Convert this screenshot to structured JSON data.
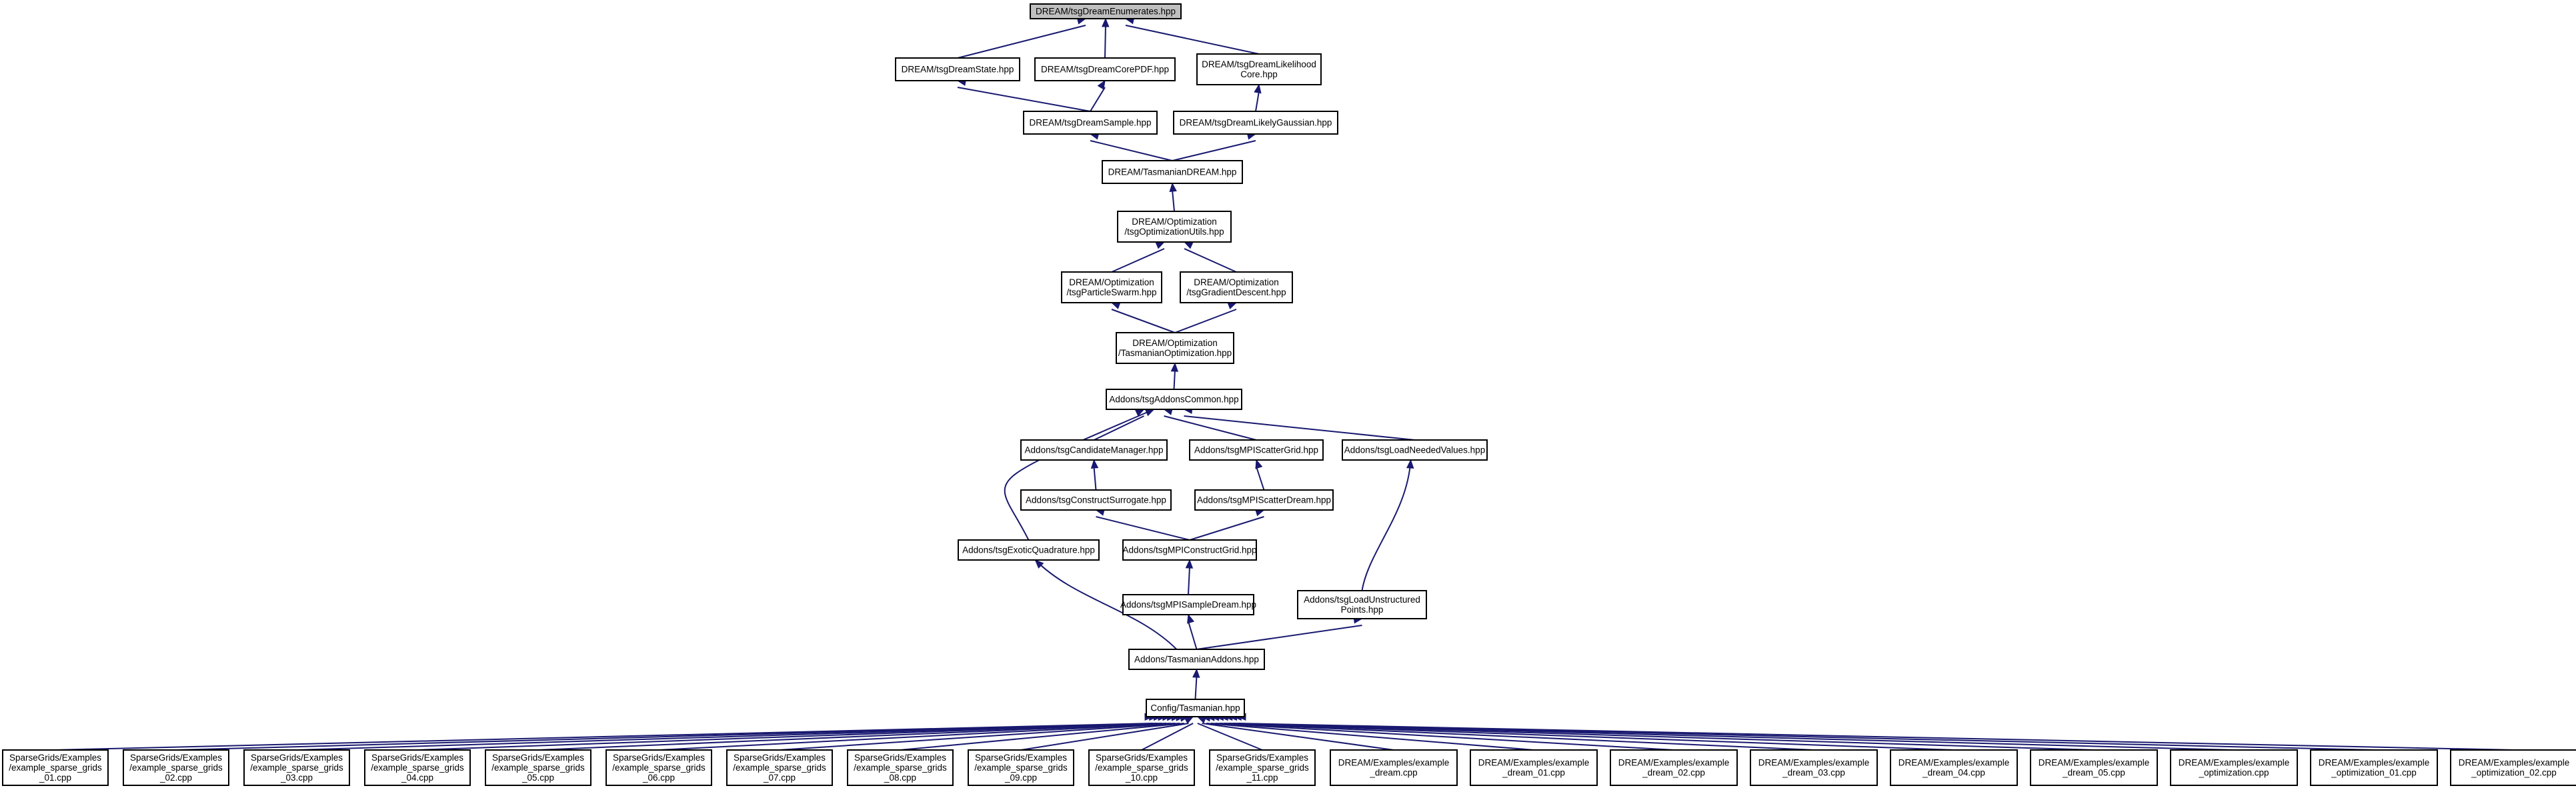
{
  "graph": {
    "colors": {
      "edge": "#191970",
      "node_border": "#000000",
      "root_fill": "#bfbfbf",
      "node_fill": "#ffffff",
      "background": "#ffffff"
    },
    "nodes": [
      {
        "id": "enum",
        "lines": [
          "DREAM/tsgDreamEnumerates.hpp"
        ],
        "root": true
      },
      {
        "id": "state",
        "lines": [
          "DREAM/tsgDreamState.hpp"
        ]
      },
      {
        "id": "corepdf",
        "lines": [
          "DREAM/tsgDreamCorePDF.hpp"
        ]
      },
      {
        "id": "likecore",
        "lines": [
          "DREAM/tsgDreamLikelihood",
          "Core.hpp"
        ]
      },
      {
        "id": "sample",
        "lines": [
          "DREAM/tsgDreamSample.hpp"
        ]
      },
      {
        "id": "likegauss",
        "lines": [
          "DREAM/tsgDreamLikelyGaussian.hpp"
        ]
      },
      {
        "id": "tdream",
        "lines": [
          "DREAM/TasmanianDREAM.hpp"
        ]
      },
      {
        "id": "optutils",
        "lines": [
          "DREAM/Optimization",
          "/tsgOptimizationUtils.hpp"
        ]
      },
      {
        "id": "swarm",
        "lines": [
          "DREAM/Optimization",
          "/tsgParticleSwarm.hpp"
        ]
      },
      {
        "id": "gradient",
        "lines": [
          "DREAM/Optimization",
          "/tsgGradientDescent.hpp"
        ]
      },
      {
        "id": "topt",
        "lines": [
          "DREAM/Optimization",
          "/TasmanianOptimization.hpp"
        ]
      },
      {
        "id": "common",
        "lines": [
          "Addons/tsgAddonsCommon.hpp"
        ]
      },
      {
        "id": "candidate",
        "lines": [
          "Addons/tsgCandidateManager.hpp"
        ]
      },
      {
        "id": "mpiscatter",
        "lines": [
          "Addons/tsgMPIScatterGrid.hpp"
        ]
      },
      {
        "id": "loadneeded",
        "lines": [
          "Addons/tsgLoadNeededValues.hpp"
        ]
      },
      {
        "id": "surrogate",
        "lines": [
          "Addons/tsgConstructSurrogate.hpp"
        ]
      },
      {
        "id": "mpidream",
        "lines": [
          "Addons/tsgMPIScatterDream.hpp"
        ]
      },
      {
        "id": "exotic",
        "lines": [
          "Addons/tsgExoticQuadrature.hpp"
        ]
      },
      {
        "id": "mpiconstruct",
        "lines": [
          "Addons/tsgMPIConstructGrid.hpp"
        ]
      },
      {
        "id": "mpisample",
        "lines": [
          "Addons/tsgMPISampleDream.hpp"
        ]
      },
      {
        "id": "unstructured",
        "lines": [
          "Addons/tsgLoadUnstructured",
          "Points.hpp"
        ]
      },
      {
        "id": "taddons",
        "lines": [
          "Addons/TasmanianAddons.hpp"
        ]
      },
      {
        "id": "config",
        "lines": [
          "Config/Tasmanian.hpp"
        ]
      },
      {
        "id": "sg01",
        "lines": [
          "SparseGrids/Examples",
          "/example_sparse_grids",
          "_01.cpp"
        ]
      },
      {
        "id": "sg02",
        "lines": [
          "SparseGrids/Examples",
          "/example_sparse_grids",
          "_02.cpp"
        ]
      },
      {
        "id": "sg03",
        "lines": [
          "SparseGrids/Examples",
          "/example_sparse_grids",
          "_03.cpp"
        ]
      },
      {
        "id": "sg04",
        "lines": [
          "SparseGrids/Examples",
          "/example_sparse_grids",
          "_04.cpp"
        ]
      },
      {
        "id": "sg05",
        "lines": [
          "SparseGrids/Examples",
          "/example_sparse_grids",
          "_05.cpp"
        ]
      },
      {
        "id": "sg06",
        "lines": [
          "SparseGrids/Examples",
          "/example_sparse_grids",
          "_06.cpp"
        ]
      },
      {
        "id": "sg07",
        "lines": [
          "SparseGrids/Examples",
          "/example_sparse_grids",
          "_07.cpp"
        ]
      },
      {
        "id": "sg08",
        "lines": [
          "SparseGrids/Examples",
          "/example_sparse_grids",
          "_08.cpp"
        ]
      },
      {
        "id": "sg09",
        "lines": [
          "SparseGrids/Examples",
          "/example_sparse_grids",
          "_09.cpp"
        ]
      },
      {
        "id": "sg10",
        "lines": [
          "SparseGrids/Examples",
          "/example_sparse_grids",
          "_10.cpp"
        ]
      },
      {
        "id": "sg11",
        "lines": [
          "SparseGrids/Examples",
          "/example_sparse_grids",
          "_11.cpp"
        ]
      },
      {
        "id": "dr",
        "lines": [
          "DREAM/Examples/example",
          "_dream.cpp"
        ]
      },
      {
        "id": "dr01",
        "lines": [
          "DREAM/Examples/example",
          "_dream_01.cpp"
        ]
      },
      {
        "id": "dr02",
        "lines": [
          "DREAM/Examples/example",
          "_dream_02.cpp"
        ]
      },
      {
        "id": "dr03",
        "lines": [
          "DREAM/Examples/example",
          "_dream_03.cpp"
        ]
      },
      {
        "id": "dr04",
        "lines": [
          "DREAM/Examples/example",
          "_dream_04.cpp"
        ]
      },
      {
        "id": "dr05",
        "lines": [
          "DREAM/Examples/example",
          "_dream_05.cpp"
        ]
      },
      {
        "id": "op",
        "lines": [
          "DREAM/Examples/example",
          "_optimization.cpp"
        ]
      },
      {
        "id": "op01",
        "lines": [
          "DREAM/Examples/example",
          "_optimization_01.cpp"
        ]
      },
      {
        "id": "op02",
        "lines": [
          "DREAM/Examples/example",
          "_optimization_02.cpp"
        ]
      }
    ],
    "edges": [
      [
        "state",
        "enum"
      ],
      [
        "corepdf",
        "enum"
      ],
      [
        "likecore",
        "enum"
      ],
      [
        "sample",
        "state"
      ],
      [
        "sample",
        "corepdf"
      ],
      [
        "likegauss",
        "likecore"
      ],
      [
        "tdream",
        "sample"
      ],
      [
        "tdream",
        "likegauss"
      ],
      [
        "optutils",
        "tdream"
      ],
      [
        "swarm",
        "optutils"
      ],
      [
        "gradient",
        "optutils"
      ],
      [
        "topt",
        "swarm"
      ],
      [
        "topt",
        "gradient"
      ],
      [
        "common",
        "topt"
      ],
      [
        "candidate",
        "common"
      ],
      [
        "mpiscatter",
        "common"
      ],
      [
        "loadneeded",
        "common"
      ],
      [
        "exotic",
        "common"
      ],
      [
        "surrogate",
        "candidate"
      ],
      [
        "mpidream",
        "mpiscatter"
      ],
      [
        "mpiconstruct",
        "surrogate"
      ],
      [
        "mpiconstruct",
        "mpidream"
      ],
      [
        "mpisample",
        "mpiconstruct"
      ],
      [
        "unstructured",
        "loadneeded"
      ],
      [
        "taddons",
        "exotic"
      ],
      [
        "taddons",
        "mpisample"
      ],
      [
        "taddons",
        "unstructured"
      ],
      [
        "config",
        "taddons"
      ],
      [
        "sg01",
        "config"
      ],
      [
        "sg02",
        "config"
      ],
      [
        "sg03",
        "config"
      ],
      [
        "sg04",
        "config"
      ],
      [
        "sg05",
        "config"
      ],
      [
        "sg06",
        "config"
      ],
      [
        "sg07",
        "config"
      ],
      [
        "sg08",
        "config"
      ],
      [
        "sg09",
        "config"
      ],
      [
        "sg10",
        "config"
      ],
      [
        "sg11",
        "config"
      ],
      [
        "dr",
        "config"
      ],
      [
        "dr01",
        "config"
      ],
      [
        "dr02",
        "config"
      ],
      [
        "dr03",
        "config"
      ],
      [
        "dr04",
        "config"
      ],
      [
        "dr05",
        "config"
      ],
      [
        "op",
        "config"
      ],
      [
        "op01",
        "config"
      ],
      [
        "op02",
        "config"
      ]
    ]
  }
}
